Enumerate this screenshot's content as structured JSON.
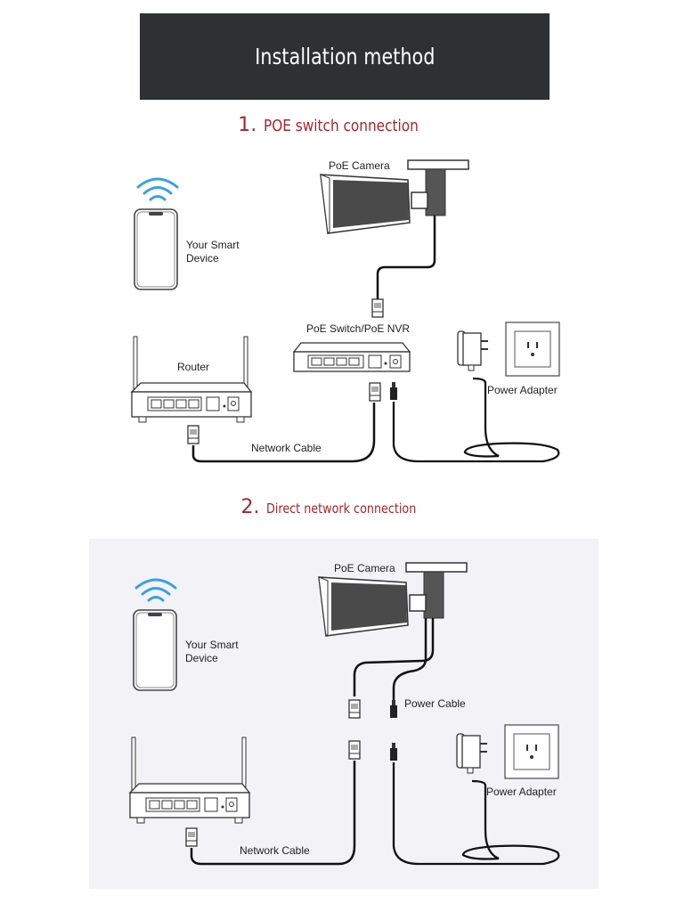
{
  "header": {
    "title": "Installation method"
  },
  "section1": {
    "number": "1.",
    "title": "POE switch connection",
    "labels": {
      "camera": "PoE Camera",
      "device_line1": "Your Smart",
      "device_line2": "Device",
      "switch": "PoE Switch/PoE NVR",
      "router": "Router",
      "adapter": "Power Adapter",
      "network_cable": "Network Cable"
    }
  },
  "section2": {
    "number": "2.",
    "title": "Direct network connection",
    "labels": {
      "camera": "PoE Camera",
      "device_line1": "Your Smart",
      "device_line2": "Device",
      "power_cable": "Power Cable",
      "adapter": "Power Adapter",
      "network_cable": "Network Cable"
    }
  },
  "colors": {
    "header_bg": "#2e3133",
    "accent": "#a3272d",
    "panel_bg": "#f2f2f7",
    "wifi": "#3aa0e0"
  }
}
